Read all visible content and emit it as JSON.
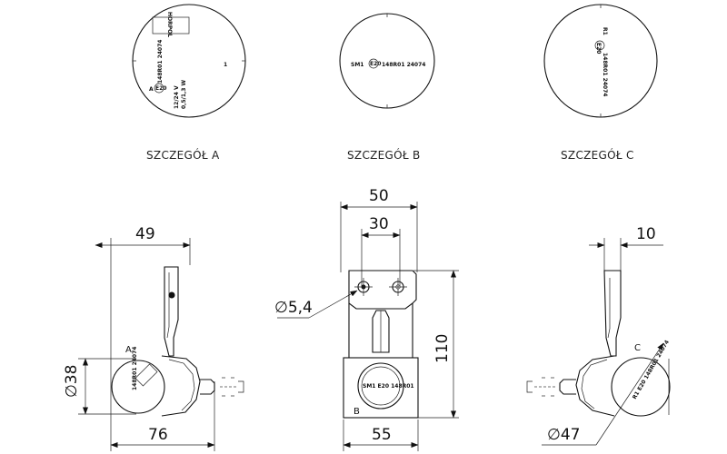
{
  "details": {
    "a": {
      "caption": "SZCZEGÓŁ A",
      "approval": "148R01 24074",
      "lens_prefix": "A",
      "e_mark": "E20",
      "brand": "HORPOL",
      "voltage": "12/24 V",
      "power": "0,5/1,3 W",
      "index": "1"
    },
    "b": {
      "caption": "SZCZEGÓŁ B",
      "approval": "148R01 24074",
      "prefix": "SM1",
      "e_mark": "E20"
    },
    "c": {
      "caption": "SZCZEGÓŁ C",
      "approval": "148R01 24074",
      "prefix": "R1",
      "e_mark": "E20"
    }
  },
  "views": {
    "side_left": {
      "dim_top": "49",
      "dim_bottom": "76",
      "dim_diameter": "38",
      "detail_label": "A"
    },
    "front": {
      "dim_outer": "50",
      "dim_inner": "30",
      "dim_hole": "5,4",
      "dim_height": "110",
      "dim_bottom": "55",
      "detail_label": "B"
    },
    "side_right": {
      "dim_top": "10",
      "dim_diameter": "47",
      "detail_label": "C"
    }
  },
  "symbols": {
    "diameter": "∅"
  }
}
